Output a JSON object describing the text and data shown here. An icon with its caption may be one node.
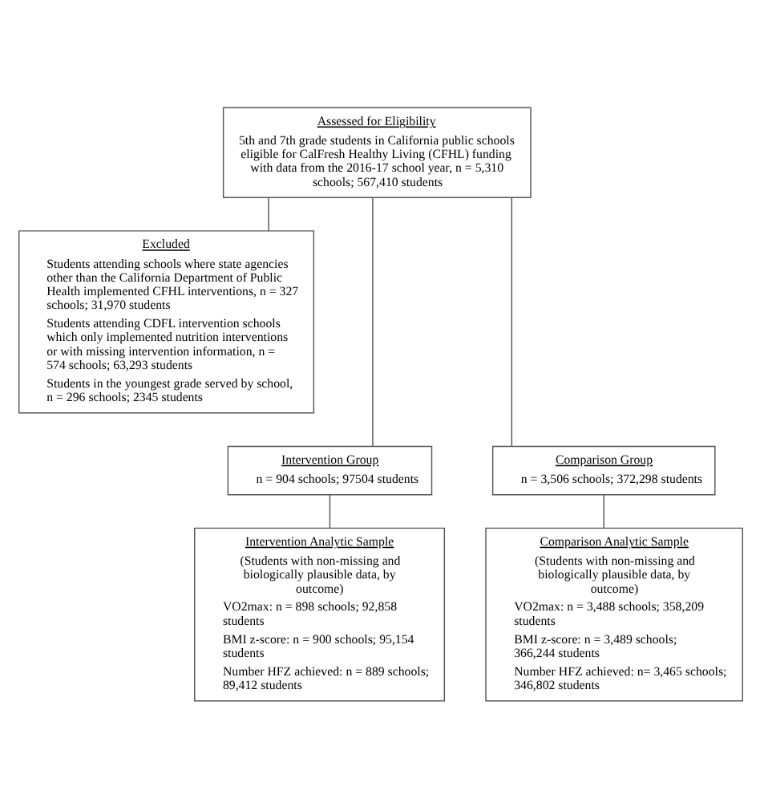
{
  "diagram": {
    "nodes": [
      {
        "text": [
          "Assessed for Eligibility",
          "5th and 7th grade students in California public schools eligible for CalFresh Healthy Living (CFHL) funding with data from the 2016-17 school year, n = 5,310 schools; 567,410 students"
        ]
      },
      {
        "text": [
          "Excluded",
          "Students attending schools where state agencies other than the California Department of Public Health implemented CFHL interventions, n = 327 schools; 31,970 students",
          "Students attending CDFL intervention schools which only implemented nutrition interventions or with missing intervention information, n = 574 schools; 63,293 students",
          "Students in the youngest grade served by school, n = 296 schools; 2345 students"
        ]
      },
      {
        "text": [
          "Intervention Group",
          "n = 904 schools; 97504 students"
        ]
      },
      {
        "text": [
          "Comparison Group",
          "n = 3,506 schools; 372,298 students"
        ]
      },
      {
        "text": [
          "Intervention Analytic Sample",
          "(Students with non-missing and biologically plausible data, by outcome)",
          "VO2max: n = 898 schools; 92,858 students",
          "BMI z-score: n = 900 schools; 95,154 students",
          "Number HFZ achieved: n = 889 schools; 89,412 students"
        ]
      },
      {
        "text": [
          "Comparison Analytic Sample",
          "(Students with non-missing and biologically plausible data, by outcome)",
          "VO2max: n = 3,488 schools; 358,209 students",
          "BMI z-score: n = 3,489 schools; 366,244 students",
          "Number HFZ achieved: n= 3,465 schools; 346,802 students"
        ]
      }
    ],
    "edges": [
      {
        "from": 0,
        "to": 1,
        "arrow": "none"
      },
      {
        "from": 0,
        "to": 2,
        "arrow": "none"
      },
      {
        "from": 0,
        "to": 3,
        "arrow": "none"
      },
      {
        "from": 2,
        "to": 4,
        "arrow": "none"
      },
      {
        "from": 3,
        "to": 5,
        "arrow": "none"
      }
    ]
  }
}
